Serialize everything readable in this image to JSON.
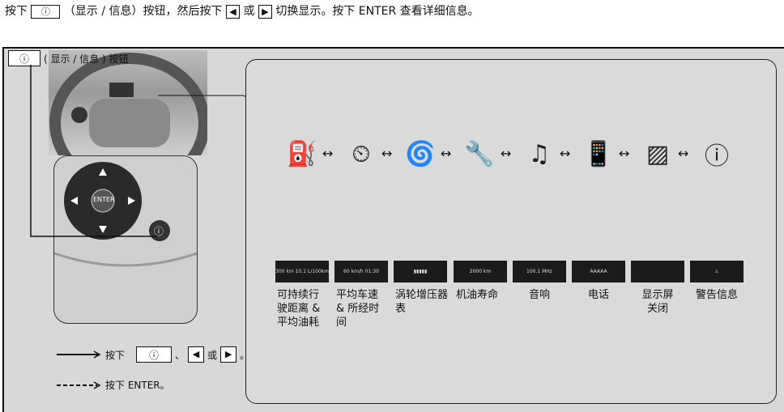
{
  "intro": {
    "p1": "按下",
    "p2": "（显示 / 信息）按钮，然后按下",
    "p3": "或",
    "p4": "切换显示。按下 ENTER 查看详细信息。"
  },
  "button_label": "( 显示 / 信息 ) 按钮",
  "pad": {
    "enter": "ENTER"
  },
  "screens": [
    {
      "label": "可持续行驶距离 & 平均油耗",
      "icon": "fuel-range-icon",
      "glyph": "⛽",
      "mini": "300 km  10.1 L/100km"
    },
    {
      "label": "平均车速 & 所经时间",
      "icon": "speed-time-icon",
      "glyph": "⏲",
      "mini": "60 km/h  01:30"
    },
    {
      "label": "涡轮增压器表",
      "icon": "turbo-icon",
      "glyph": "🌀",
      "mini": "▮▮▮▮▮"
    },
    {
      "label": "机油寿命",
      "icon": "wrench-icon",
      "glyph": "🔧",
      "mini": "2000 km"
    },
    {
      "label": "音响",
      "icon": "music-note-icon",
      "glyph": "♫",
      "mini": "100.1 MHz"
    },
    {
      "label": "电话",
      "icon": "phone-icon",
      "glyph": "📱",
      "mini": "AAAAA"
    },
    {
      "label": "显示屏关闭",
      "icon": "display-off-icon",
      "glyph": "▨",
      "mini": ""
    },
    {
      "label": "警告信息",
      "icon": "warning-info-icon",
      "glyph": "ⓘ",
      "mini": "⚠"
    }
  ],
  "legend": {
    "solid_text": "按下",
    "sep": "、",
    "or": "或",
    "end": "。",
    "dashed_text": "按下 ENTER。"
  }
}
